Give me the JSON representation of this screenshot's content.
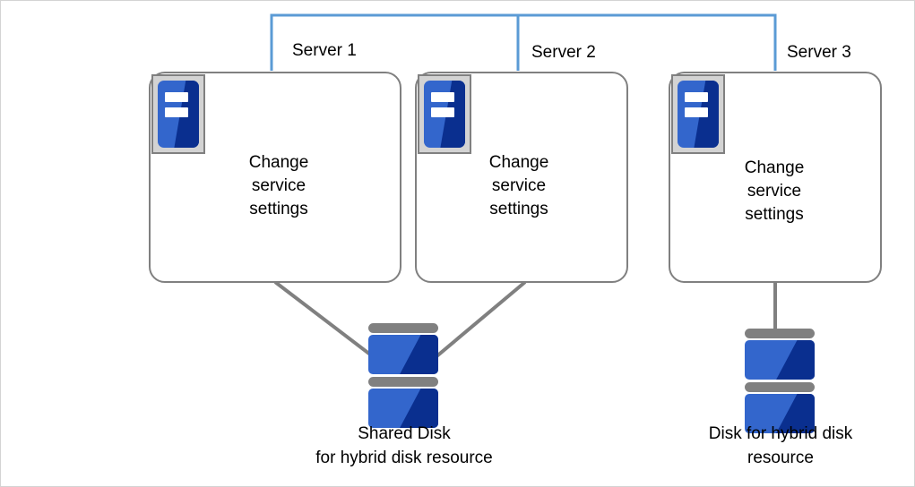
{
  "diagram": {
    "title": "Hybrid disk resource server configuration",
    "colors": {
      "bracket_blue": "#5b9bd5",
      "line_gray": "#808080",
      "icon_blue_light": "#3366cc",
      "icon_blue_dark": "#0a2f8f",
      "icon_frame_gray": "#d3d3d3",
      "page_border": "#d4d4d4",
      "text": "#000000"
    },
    "group_bracket": {
      "name": "cluster-bracket",
      "spans": [
        "Server 1",
        "Server 2"
      ]
    },
    "servers": [
      {
        "label": "Server 1",
        "body_text": "Change\nservice\nsettings",
        "icon": "server-icon",
        "connects_to": "Shared Disk"
      },
      {
        "label": "Server 2",
        "body_text": "Change\nservice\nsettings",
        "icon": "server-icon",
        "connects_to": "Shared Disk"
      },
      {
        "label": "Server 3",
        "body_text": "Change\nservice\nsettings",
        "icon": "server-icon",
        "connects_to": "Disk for hybrid disk resource"
      }
    ],
    "disks": [
      {
        "name": "shared-disk",
        "icon": "disk-icon",
        "caption": "Shared Disk\nfor hybrid disk resource"
      },
      {
        "name": "hybrid-disk",
        "icon": "disk-icon",
        "caption": "Disk for hybrid disk\nresource"
      }
    ]
  }
}
